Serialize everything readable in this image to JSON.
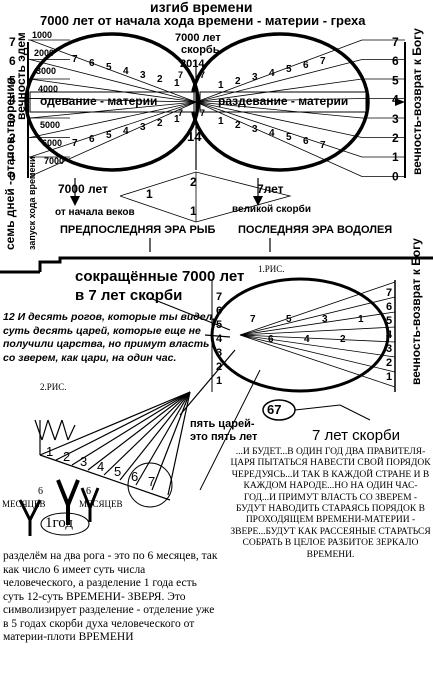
{
  "top": {
    "title": "изгиб времени",
    "subtitle": "7000 лет от начала хода времени - материи - греха",
    "center_top_l1": "7000 лет",
    "center_top_l2": "скорбь",
    "center_year": "2014",
    "left_ellipse_label": "одевание - материи",
    "right_ellipse_label": "раздевание - материи",
    "center_bottom": "14",
    "left_vert_1": "семь дней - этапов творения",
    "left_vert_2": "вечность эдем",
    "left_vert_3": "запуск хода времени",
    "right_vert": "вечность-возврат к Богу",
    "bottom_left_l1": "7000 лет",
    "bottom_left_l2": "от начала веков",
    "bottom_right_l1": "7лет",
    "bottom_right_l2": "великой скорби",
    "era_left": "ПРЕДПОСЛЕДНЯЯ ЭРА РЫБ",
    "era_right": "ПОСЛЕДНЯЯ ЭРА ВОДОЛЕЯ",
    "triangle_numbers": [
      "1",
      "2",
      "1"
    ],
    "left_scale": [
      "7",
      "6",
      "5",
      "4",
      "3",
      "2",
      "1",
      "0"
    ],
    "left_inner_scale": [
      "1000",
      "2000",
      "3000",
      "4000",
      "5000",
      "6000",
      "7000"
    ],
    "right_scale": [
      "7",
      "6",
      "5",
      "4",
      "3",
      "2",
      "1",
      "0"
    ],
    "left_ellipse_nums_top": [
      "7",
      "6",
      "5",
      "4",
      "3",
      "2",
      "1"
    ],
    "left_ellipse_nums_bottom": [
      "7",
      "6",
      "5",
      "4",
      "3",
      "2",
      "1"
    ],
    "right_ellipse_nums_top": [
      "1",
      "2",
      "3",
      "4",
      "5",
      "6",
      "7"
    ],
    "right_ellipse_nums_bottom": [
      "1",
      "2",
      "3",
      "4",
      "5",
      "6",
      "7"
    ],
    "center_small_nums": [
      "7",
      "7",
      "7",
      "7"
    ]
  },
  "middle": {
    "caption": "сокращённые 7000 лет в 7 лет скорби",
    "fig1_label": "1.РИС.",
    "quote": "12 И десять рогов, которые ты видел, суть десять царей, которые еще не получили царства, но примут власть со зверем, как цари, на один час.",
    "right_vert": "вечность-возврат к Богу",
    "scale_left": [
      "7",
      "6",
      "5",
      "4",
      "3",
      "2",
      "1"
    ],
    "scale_right": [
      "7",
      "6",
      "5",
      "4",
      "3",
      "2",
      "1"
    ],
    "ellipse_nums": [
      "7",
      "6",
      "5",
      "4",
      "3",
      "2",
      "1"
    ],
    "five_kings": "пять царей- это пять лет",
    "badge": "67",
    "seven_years": "7 лет скорби"
  },
  "bottom": {
    "fig2_label": "2.РИС.",
    "fan_nums": [
      "1",
      "2",
      "3",
      "4",
      "5",
      "6",
      "7"
    ],
    "months_left_num": "6",
    "months_left": "МЕСЯЦЕВ",
    "months_right_num": "6",
    "months_right": "МЕСЯЦЕВ",
    "one_year": "1год",
    "prophecy": "...И БУДЕТ...В ОДИН ГОД ДВА ПРАВИТЕЛЯ-ЦАРЯ ПЫТАТЬСЯ НАВЕСТИ СВОЙ ПОРЯДОК ЧЕРЕДУЯСЬ...И ТАК В КАЖДОЙ СТРАНЕ И В КАЖДОМ НАРОДЕ...НО НА ОДИН ЧАС- ГОД...И ПРИМУТ ВЛАСТЬ СО ЗВЕРЕМ - БУДУТ НАВОДИТЬ СТАРАЯСЬ ПОРЯДОК В ПРОХОДЯЩЕМ ВРЕМЕНИ-МАТЕРИИ - ЗВЕРЕ...БУДУТ КАК РАССЕЯНЫЕ СТАРАТЬСЯ СОБРАТЬ В ЦЕЛОЕ РАЗБИТОЕ ЗЕРКАЛО ВРЕМЕНИ.",
    "explanation": "разделём на два рога - это по 6 месяцев, так как число 6 имеет суть числа человеческого, а разделение 1 года есть суть 12-суть ВРЕМЕНИ- ЗВЕРЯ. Это символизирует разделение - отделение уже в 5 годах скорби духа человеческого от материи-плоти ВРЕМЕНИ"
  }
}
